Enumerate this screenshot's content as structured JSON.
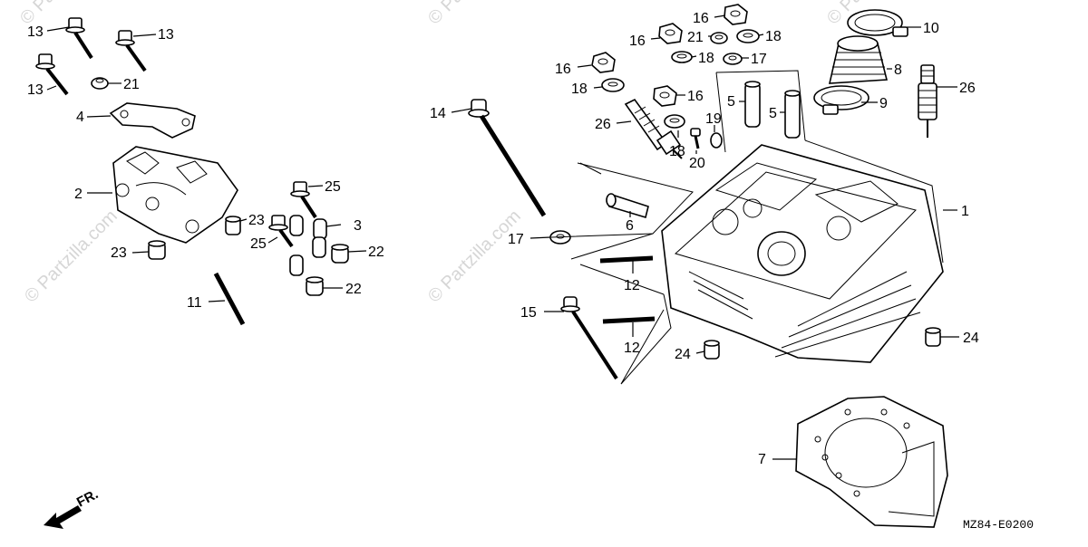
{
  "diagram_code": "MZ84-E0200",
  "front_label": "FR.",
  "watermark": "© Partzilla.com",
  "callouts": [
    {
      "id": "c-13a",
      "label": "13"
    },
    {
      "id": "c-13b",
      "label": "13"
    },
    {
      "id": "c-13c",
      "label": "13"
    },
    {
      "id": "c-21a",
      "label": "21"
    },
    {
      "id": "c-4",
      "label": "4"
    },
    {
      "id": "c-2",
      "label": "2"
    },
    {
      "id": "c-23a",
      "label": "23"
    },
    {
      "id": "c-23b",
      "label": "23"
    },
    {
      "id": "c-25a",
      "label": "25"
    },
    {
      "id": "c-25b",
      "label": "25"
    },
    {
      "id": "c-3",
      "label": "3"
    },
    {
      "id": "c-22a",
      "label": "22"
    },
    {
      "id": "c-22b",
      "label": "22"
    },
    {
      "id": "c-11",
      "label": "11"
    },
    {
      "id": "c-14",
      "label": "14"
    },
    {
      "id": "c-17a",
      "label": "17"
    },
    {
      "id": "c-15",
      "label": "15"
    },
    {
      "id": "c-12a",
      "label": "12"
    },
    {
      "id": "c-12b",
      "label": "12"
    },
    {
      "id": "c-24a",
      "label": "24"
    },
    {
      "id": "c-24b",
      "label": "24"
    },
    {
      "id": "c-6",
      "label": "6"
    },
    {
      "id": "c-16a",
      "label": "16"
    },
    {
      "id": "c-16b",
      "label": "16"
    },
    {
      "id": "c-16c",
      "label": "16"
    },
    {
      "id": "c-16d",
      "label": "16"
    },
    {
      "id": "c-18a",
      "label": "18"
    },
    {
      "id": "c-18b",
      "label": "18"
    },
    {
      "id": "c-18c",
      "label": "18"
    },
    {
      "id": "c-18d",
      "label": "18"
    },
    {
      "id": "c-21b",
      "label": "21"
    },
    {
      "id": "c-17b",
      "label": "17"
    },
    {
      "id": "c-26a",
      "label": "26"
    },
    {
      "id": "c-26b",
      "label": "26"
    },
    {
      "id": "c-19",
      "label": "19"
    },
    {
      "id": "c-20",
      "label": "20"
    },
    {
      "id": "c-5a",
      "label": "5"
    },
    {
      "id": "c-5b",
      "label": "5"
    },
    {
      "id": "c-10",
      "label": "10"
    },
    {
      "id": "c-8",
      "label": "8"
    },
    {
      "id": "c-9",
      "label": "9"
    },
    {
      "id": "c-1",
      "label": "1"
    },
    {
      "id": "c-7",
      "label": "7"
    }
  ]
}
